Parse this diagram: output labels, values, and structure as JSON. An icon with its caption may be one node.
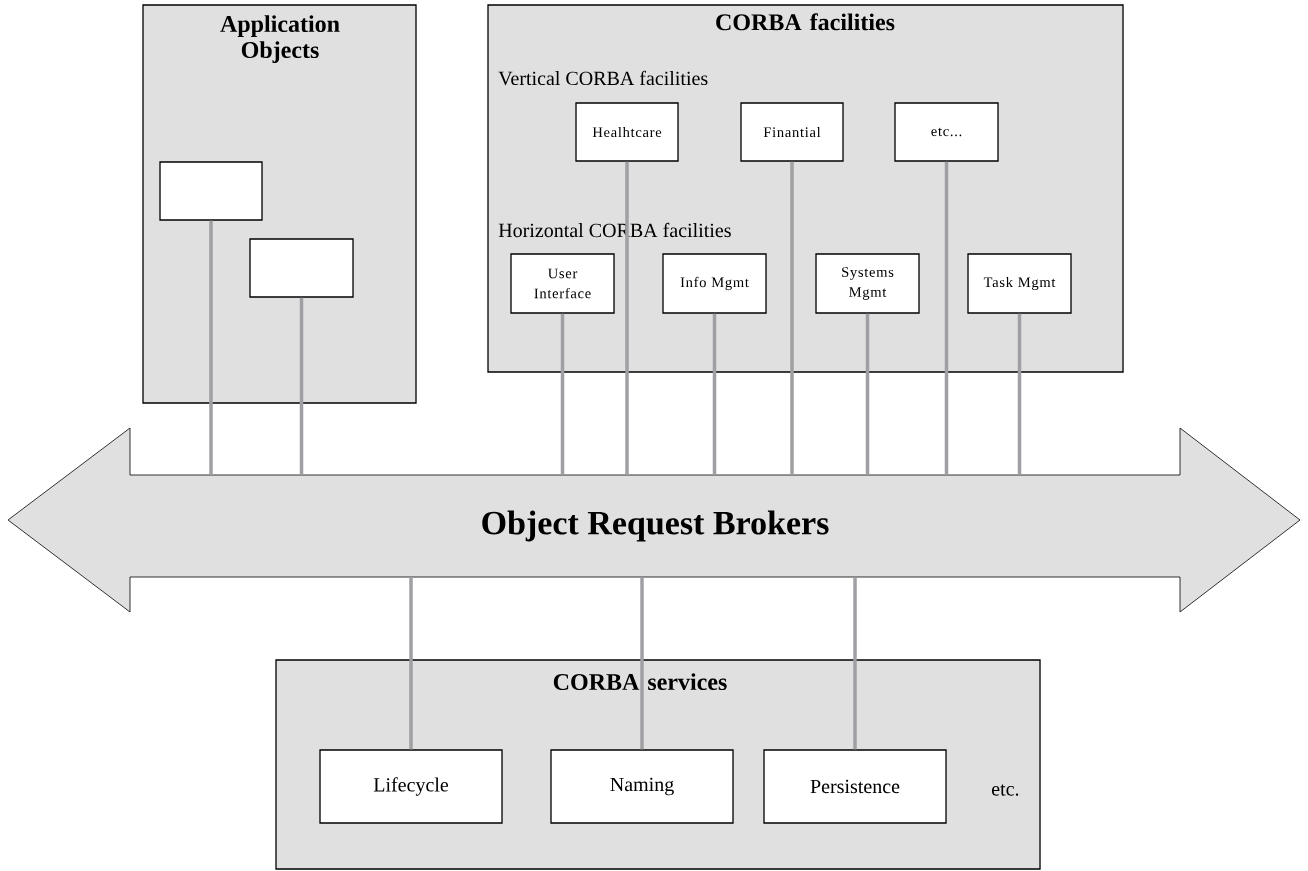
{
  "diagram": {
    "nodes": [
      {
        "text": [
          "Application Objects"
        ]
      },
      {
        "text": [],
        "shape": "box",
        "in": 0
      },
      {
        "text": [],
        "shape": "box",
        "in": 0
      },
      {
        "text": [
          "CORBA facilities",
          "Vertical CORBA facilities",
          "Horizontal CORBA facilities"
        ]
      },
      {
        "text": [
          "Healhtcare"
        ],
        "in": 3
      },
      {
        "text": [
          "Finantial"
        ],
        "in": 3
      },
      {
        "text": [
          "etc..."
        ],
        "in": 3
      },
      {
        "text": [
          "User Interface"
        ],
        "in": 3
      },
      {
        "text": [
          "Info Mgmt"
        ],
        "in": 3
      },
      {
        "text": [
          "Systems Mgmt"
        ],
        "in": 3
      },
      {
        "text": [
          "Task Mgmt"
        ],
        "in": 3
      },
      {
        "text": [
          "Object Request Brokers"
        ]
      },
      {
        "text": [
          "CORBA services",
          "etc."
        ]
      },
      {
        "text": [
          "Lifecycle"
        ],
        "in": 12
      },
      {
        "text": [
          "Naming"
        ],
        "in": 12
      },
      {
        "text": [
          "Persistence"
        ],
        "in": 12
      }
    ],
    "edges": [
      {
        "from": 1,
        "to": 11,
        "arrow": "none"
      },
      {
        "from": 2,
        "to": 11,
        "arrow": "none"
      },
      {
        "from": 7,
        "to": 11,
        "arrow": "none"
      },
      {
        "from": 4,
        "to": 11,
        "arrow": "none"
      },
      {
        "from": 8,
        "to": 11,
        "arrow": "none"
      },
      {
        "from": 5,
        "to": 11,
        "arrow": "none"
      },
      {
        "from": 9,
        "to": 11,
        "arrow": "none"
      },
      {
        "from": 6,
        "to": 11,
        "arrow": "none"
      },
      {
        "from": 10,
        "to": 11,
        "arrow": "none"
      },
      {
        "from": 11,
        "to": 13,
        "arrow": "none"
      },
      {
        "from": 11,
        "to": 14,
        "arrow": "none"
      },
      {
        "from": 11,
        "to": 15,
        "arrow": "none"
      }
    ]
  }
}
